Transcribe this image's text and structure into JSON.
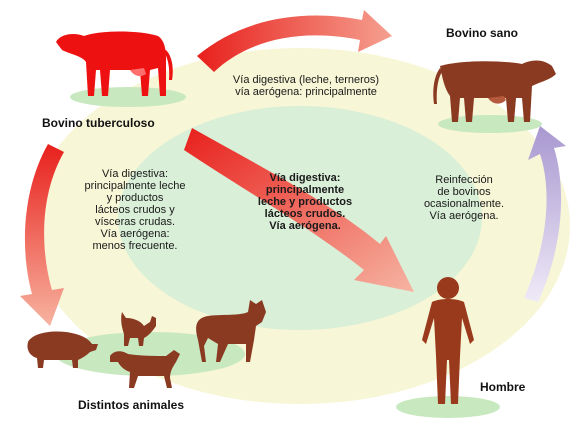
{
  "nodes": {
    "bovino_tuberculoso": "Bovino tuberculoso",
    "bovino_sano": "Bovino sano",
    "distintos_animales": "Distintos animales",
    "hombre": "Hombre"
  },
  "routes": {
    "top": [
      "Vía digestiva (leche, terneros)",
      "vía aerógena: principalmente"
    ],
    "left": [
      "Vía digestiva:",
      "principalmente leche",
      "y productos",
      "lácteos crudos y",
      "vísceras crudas.",
      "Vía aerógena:",
      "menos frecuente."
    ],
    "center": [
      "Vía digestiva:",
      "principalmente",
      "leche y productos",
      "lácteos crudos.",
      "Vía aerógena."
    ],
    "right": [
      "Reinfección",
      "de bovinos",
      "ocasionalmente.",
      "Vía aerógena."
    ]
  },
  "colors": {
    "background_ellipse": "#f7f6d6",
    "inner_ellipse": "#d9efd8",
    "ground_patch": "#c8e8c0",
    "sick_cow": "#ee1111",
    "healthy_cow": "#8b3a22",
    "animals": "#8b3a22",
    "human": "#9a3a1c",
    "red_arrow": "#e8201c",
    "purple_arrow": "#b8a8d8"
  },
  "icons": [
    "red-cow-icon",
    "brown-cow-icon",
    "pig-icon",
    "cat-icon",
    "dog-icon",
    "deer-icon",
    "human-icon"
  ]
}
